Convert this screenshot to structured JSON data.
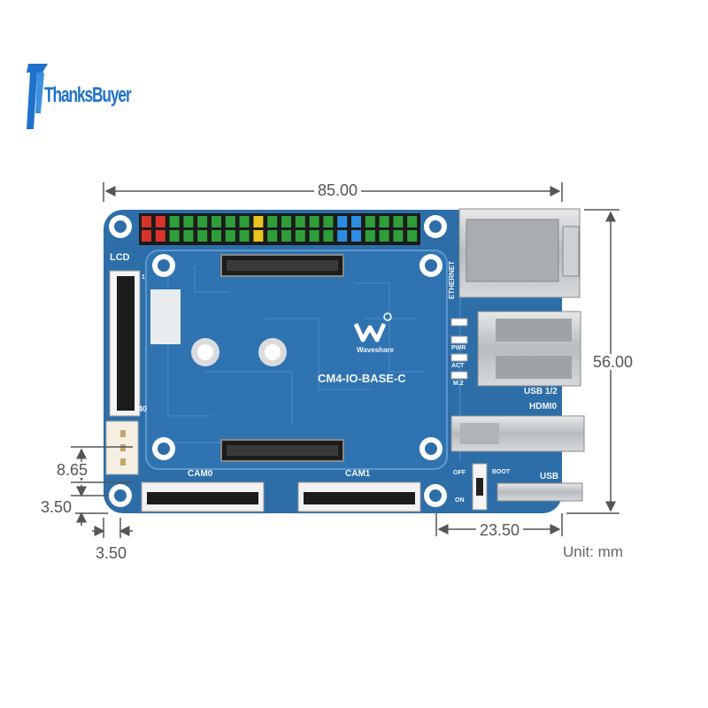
{
  "logo": {
    "text": "ThanksBuyer",
    "icon": "thanksbuyer-logo-icon"
  },
  "dimensions": {
    "width": "85.00",
    "height": "56.00",
    "hole_offset_x": "3.50",
    "hole_offset_y": "3.50",
    "connector_offset": "8.65",
    "right_offset": "23.50",
    "unit": "Unit: mm"
  },
  "board": {
    "model": "CM4-IO-BASE-C",
    "brand": "Waveshare",
    "labels": {
      "lcd": "LCD",
      "pin1": "1",
      "pin40": "40",
      "cam0": "CAM0",
      "cam1": "CAM1",
      "ethernet": "ETHERNET",
      "pwr": "PWR",
      "act": "ACT",
      "m2": "M.2",
      "usb12": "USB 1/2",
      "hdmi0": "HDMI0",
      "usb": "USB",
      "boot": "BOOT",
      "off": "OFF",
      "on": "ON"
    },
    "colors": {
      "pcb": "#2d6ea8",
      "pcb_dark": "#1f5a8c",
      "trace": "#3b7fbf",
      "pin_green": "#2e9e3a",
      "pin_red": "#d8322c",
      "pin_yellow": "#e8c21d",
      "pin_blue": "#2b8ce0",
      "connector": "#222222",
      "metal": "#c8ccd0"
    }
  }
}
